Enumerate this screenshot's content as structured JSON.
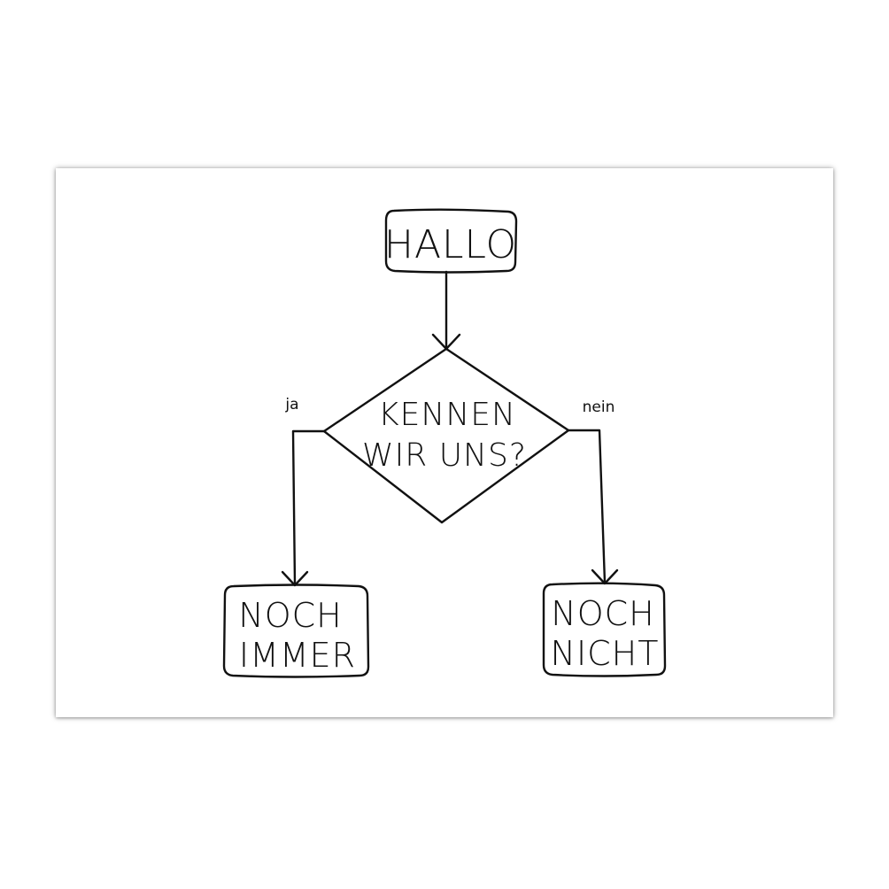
{
  "diagram": {
    "nodes": {
      "start": {
        "lines": [
          "HALLO"
        ]
      },
      "decision": {
        "lines": [
          "KENNEN",
          "WIR UNS?"
        ]
      },
      "yes_result": {
        "lines": [
          "NOCH",
          "IMMER"
        ]
      },
      "no_result": {
        "lines": [
          "NOCH",
          "NICHT"
        ]
      }
    },
    "edges": {
      "start_to_decision": {
        "label": ""
      },
      "decision_yes": {
        "label": "ja"
      },
      "decision_no": {
        "label": "nein"
      }
    },
    "colors": {
      "ink": "#111111",
      "paper": "#ffffff",
      "background": "#ffffff"
    }
  }
}
